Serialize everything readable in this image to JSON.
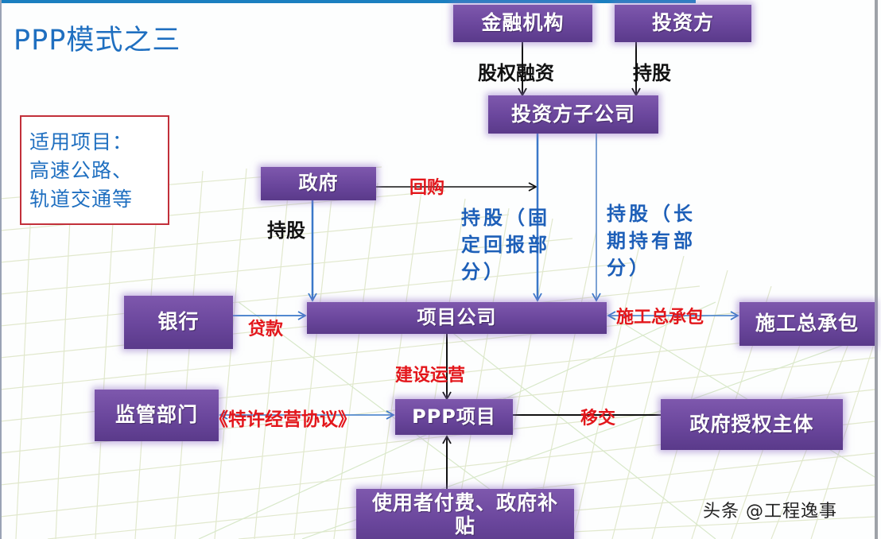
{
  "slide": {
    "title": "PPP模式之三",
    "colors": {
      "title_blue": "#1f6fc0",
      "box_purple": "#6a469c",
      "label_red": "#e3161b",
      "label_blue": "#1d5fb8",
      "note_border": "#c2303a",
      "top_bar": "#1b7fc0"
    }
  },
  "note": {
    "lines": [
      "适用项目：",
      "高速公路、",
      "轨道交通等"
    ]
  },
  "nodes": {
    "financial_institution": "金融机构",
    "investor": "投资方",
    "investor_subsidiary": "投资方子公司",
    "government": "政府",
    "project_company": "项目公司",
    "bank": "银行",
    "general_contractor": "施工总承包",
    "regulator": "监管部门",
    "ppp_project": "PPP项目",
    "gov_authorized_entity": "政府授权主体",
    "user_payment": "使用者付费、政府补贴"
  },
  "edges": {
    "equity_financing": "股权融资",
    "investor_holding": "持股",
    "buyback": "回购",
    "gov_holding": "持股",
    "fixed_return_holding": "持股（固定回报部分）",
    "long_term_holding": "持股（长期持有部分）",
    "loan": "贷款",
    "contracting": "施工总承包",
    "build_operate": "建设运营",
    "franchise_agreement": "《特许经营协议》",
    "transfer": "移交"
  },
  "watermark": "头条 @工程逸事"
}
